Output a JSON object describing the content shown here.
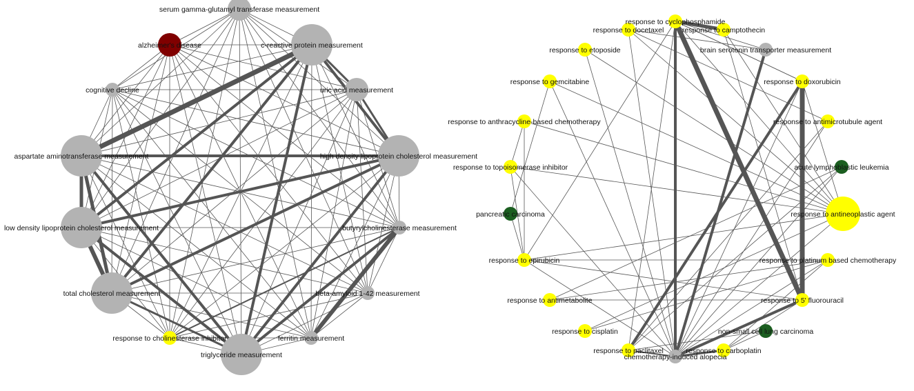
{
  "colors": {
    "gray": "#b3b3b3",
    "yellow": "#ffff00",
    "darkred": "#800000",
    "darkgreen": "#1b5e20",
    "edge": "#555555"
  },
  "networks": [
    {
      "id": "left",
      "nodes": [
        {
          "key": "sggt",
          "label": "serum gamma-glutamyl transferase measurement",
          "color": "gray",
          "size": 2
        },
        {
          "key": "crp",
          "label": "c-reactive protein measurement",
          "color": "gray",
          "size": 4
        },
        {
          "key": "uric",
          "label": "uric acid measurement",
          "color": "gray",
          "size": 2
        },
        {
          "key": "hdl",
          "label": "high density lipoprotein cholesterol measurement",
          "color": "gray",
          "size": 4
        },
        {
          "key": "bche",
          "label": "butyrylcholinesterase measurement",
          "color": "gray",
          "size": 1
        },
        {
          "key": "abeta",
          "label": "beta-amyloid 1-42 measurement",
          "color": "gray",
          "size": 1
        },
        {
          "key": "ferritin",
          "label": "ferritin measurement",
          "color": "gray",
          "size": 1
        },
        {
          "key": "tg",
          "label": "triglyceride measurement",
          "color": "gray",
          "size": 4
        },
        {
          "key": "rci",
          "label": "response to cholinesterase inhibitor",
          "color": "yellow",
          "size": 1
        },
        {
          "key": "tc",
          "label": "total cholesterol measurement",
          "color": "gray",
          "size": 4
        },
        {
          "key": "ldl",
          "label": "low density lipoprotein cholesterol measurement",
          "color": "gray",
          "size": 4
        },
        {
          "key": "ast",
          "label": "aspartate aminotransferase measurement",
          "color": "gray",
          "size": 4
        },
        {
          "key": "cog",
          "label": "cognitive decline",
          "color": "gray",
          "size": 1
        },
        {
          "key": "alz",
          "label": "alzheimer's disease",
          "color": "darkred",
          "size": 2
        }
      ],
      "thick_edges": [
        [
          "crp",
          "ast",
          7
        ],
        [
          "crp",
          "ldl",
          4
        ],
        [
          "crp",
          "tc",
          4
        ],
        [
          "crp",
          "tg",
          4
        ],
        [
          "crp",
          "hdl",
          4
        ],
        [
          "crp",
          "uric",
          3
        ],
        [
          "ast",
          "hdl",
          4
        ],
        [
          "ast",
          "ldl",
          5
        ],
        [
          "ast",
          "tc",
          5
        ],
        [
          "ast",
          "tg",
          4
        ],
        [
          "ldl",
          "tc",
          6
        ],
        [
          "ldl",
          "hdl",
          4
        ],
        [
          "ldl",
          "tg",
          4
        ],
        [
          "tc",
          "hdl",
          4
        ],
        [
          "tc",
          "tg",
          3
        ],
        [
          "tg",
          "hdl",
          4
        ],
        [
          "tg",
          "bche",
          4
        ],
        [
          "ferritin",
          "bche",
          6
        ],
        [
          "uric",
          "hdl",
          3
        ],
        [
          "rci",
          "bche",
          2
        ]
      ]
    },
    {
      "id": "right",
      "nodes": [
        {
          "key": "cyclo",
          "label": "response to cyclophosphamide",
          "color": "yellow",
          "size": 1
        },
        {
          "key": "campto",
          "label": "response to camptothecin",
          "color": "yellow",
          "size": 1
        },
        {
          "key": "bst",
          "label": "brain serotonin transporter measurement",
          "color": "gray",
          "size": 1
        },
        {
          "key": "doxo",
          "label": "response to doxorubicin",
          "color": "yellow",
          "size": 1
        },
        {
          "key": "antimicro",
          "label": "response to antimicrotubule agent",
          "color": "yellow",
          "size": 1
        },
        {
          "key": "all",
          "label": "acute lymphoblastic leukemia",
          "color": "darkgreen",
          "size": 1
        },
        {
          "key": "antineo",
          "label": "response to antineoplastic agent",
          "color": "yellow",
          "size": 3
        },
        {
          "key": "platinum",
          "label": "response to platinum based chemotherapy",
          "color": "yellow",
          "size": 1
        },
        {
          "key": "fu",
          "label": "response to 5' fluorouracil",
          "color": "yellow",
          "size": 1
        },
        {
          "key": "nsclc",
          "label": "non-small cell lung carcinoma",
          "color": "darkgreen",
          "size": 1
        },
        {
          "key": "carbo",
          "label": "response to carboplatin",
          "color": "yellow",
          "size": 1
        },
        {
          "key": "alopecia",
          "label": "chemotherapy-induced alopecia",
          "color": "gray",
          "size": 1
        },
        {
          "key": "pacli",
          "label": "response to paclitaxel",
          "color": "yellow",
          "size": 1
        },
        {
          "key": "cis",
          "label": "response to cisplatin",
          "color": "yellow",
          "size": 1
        },
        {
          "key": "antimet",
          "label": "response to antimetabolite",
          "color": "yellow",
          "size": 1
        },
        {
          "key": "epi",
          "label": "response to epirubicin",
          "color": "yellow",
          "size": 1
        },
        {
          "key": "pancreatic",
          "label": "pancreatic carcinoma",
          "color": "darkgreen",
          "size": 1
        },
        {
          "key": "topo",
          "label": "response to topoisomerase inhibitor",
          "color": "yellow",
          "size": 1
        },
        {
          "key": "anthra",
          "label": "response to anthracycline-based chemotherapy",
          "color": "yellow",
          "size": 1
        },
        {
          "key": "gem",
          "label": "response to gemcitabine",
          "color": "yellow",
          "size": 1
        },
        {
          "key": "etop",
          "label": "response to etoposide",
          "color": "yellow",
          "size": 1
        },
        {
          "key": "doce",
          "label": "response to docetaxel",
          "color": "yellow",
          "size": 1
        }
      ],
      "edges": [
        [
          "cyclo",
          "campto",
          5
        ],
        [
          "cyclo",
          "fu",
          7
        ],
        [
          "cyclo",
          "alopecia",
          4
        ],
        [
          "cyclo",
          "doxo",
          1
        ],
        [
          "cyclo",
          "antineo",
          1
        ],
        [
          "cyclo",
          "epi",
          1
        ],
        [
          "cyclo",
          "pacli",
          1
        ],
        [
          "campto",
          "antineo",
          1
        ],
        [
          "campto",
          "fu",
          1
        ],
        [
          "doxo",
          "fu",
          7
        ],
        [
          "doxo",
          "pacli",
          4
        ],
        [
          "doxo",
          "antineo",
          1
        ],
        [
          "doxo",
          "cyclo",
          1
        ],
        [
          "doxo",
          "alopecia",
          1
        ],
        [
          "bst",
          "alopecia",
          4
        ],
        [
          "bst",
          "cyclo",
          1
        ],
        [
          "fu",
          "alopecia",
          4
        ],
        [
          "fu",
          "carbo",
          1
        ],
        [
          "fu",
          "antimet",
          1
        ],
        [
          "fu",
          "epi",
          1
        ],
        [
          "antineo",
          "topo",
          1
        ],
        [
          "antineo",
          "anthra",
          1
        ],
        [
          "antineo",
          "gem",
          1
        ],
        [
          "antineo",
          "etop",
          1
        ],
        [
          "antineo",
          "doce",
          1
        ],
        [
          "antineo",
          "epi",
          1
        ],
        [
          "antineo",
          "alopecia",
          1
        ],
        [
          "antineo",
          "cis",
          1
        ],
        [
          "antimicro",
          "alopecia",
          1
        ],
        [
          "antimicro",
          "pacli",
          1
        ],
        [
          "antimicro",
          "doce",
          1
        ],
        [
          "platinum",
          "alopecia",
          1
        ],
        [
          "platinum",
          "epi",
          1
        ],
        [
          "platinum",
          "carbo",
          1
        ],
        [
          "platinum",
          "cis",
          1
        ],
        [
          "platinum",
          "antimet",
          1
        ],
        [
          "all",
          "alopecia",
          1
        ],
        [
          "all",
          "antimet",
          1
        ],
        [
          "all",
          "pacli",
          1
        ],
        [
          "nsclc",
          "carbo",
          1
        ],
        [
          "nsclc",
          "pacli",
          1
        ],
        [
          "carbo",
          "alopecia",
          3
        ],
        [
          "pacli",
          "alopecia",
          2
        ],
        [
          "epi",
          "alopecia",
          1
        ],
        [
          "epi",
          "anthra",
          1
        ],
        [
          "epi",
          "topo",
          1
        ],
        [
          "epi",
          "pancreatic",
          1
        ],
        [
          "gem",
          "pancreatic",
          1
        ],
        [
          "gem",
          "alopecia",
          1
        ],
        [
          "anthra",
          "topo",
          1
        ],
        [
          "topo",
          "alopecia",
          1
        ],
        [
          "doce",
          "bst",
          1
        ],
        [
          "doce",
          "alopecia",
          1
        ],
        [
          "etop",
          "alopecia",
          1
        ]
      ]
    }
  ]
}
